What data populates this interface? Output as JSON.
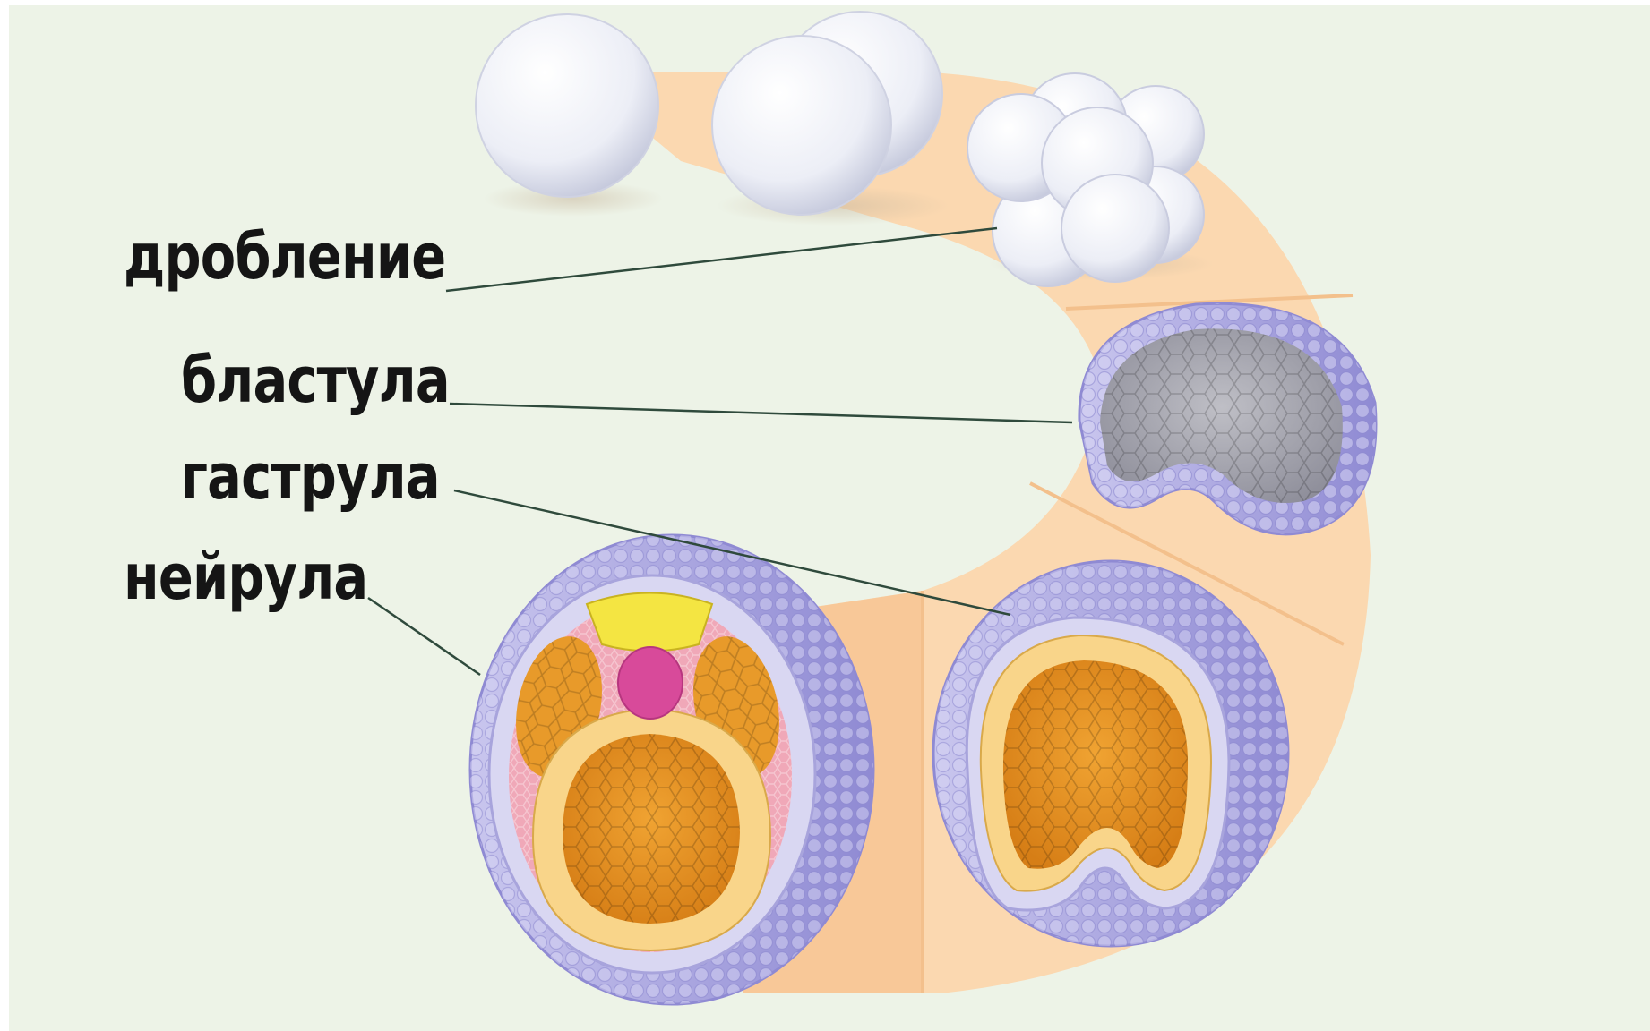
{
  "labels": {
    "cleavage": "дробление",
    "blastula": "бластула",
    "gastrula": "гаструла",
    "neurula": "нейрула"
  },
  "colors": {
    "background": "#edf3e7",
    "band": "#fbd8b0",
    "ectoderm": "#b9b6e6",
    "mesoderm": "#f0a8b8",
    "endoderm": "#f9d58a",
    "yolk": "#e89a2a",
    "neural_plate": "#f4e542",
    "notochord": "#d84a9a",
    "leader_line": "#2f4a3c"
  }
}
